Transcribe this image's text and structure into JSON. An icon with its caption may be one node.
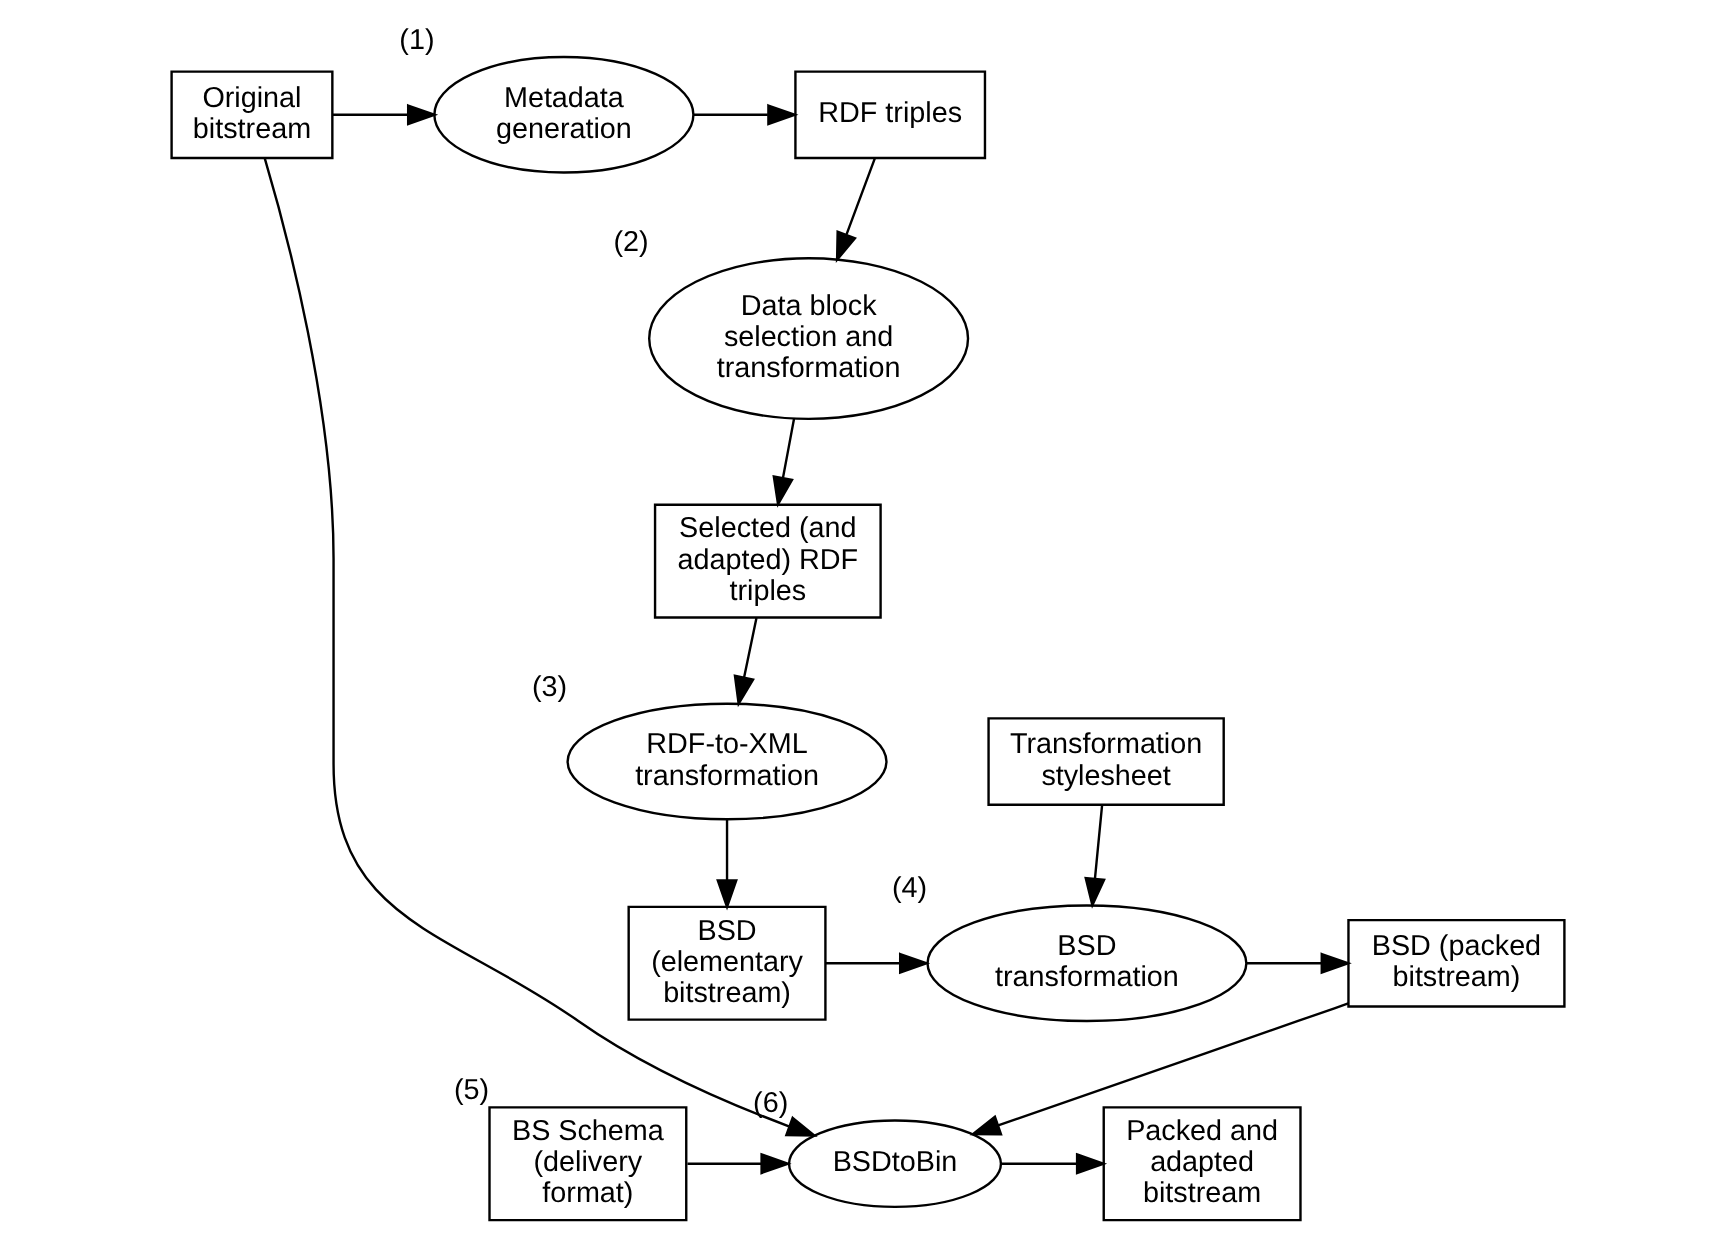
{
  "diagram": {
    "nodes": [
      {
        "text": [
          "Original bitstream"
        ]
      },
      {
        "text": [
          "Metadata generation"
        ],
        "beside": [
          "(1)"
        ]
      },
      {
        "text": [
          "RDF triples"
        ]
      },
      {
        "text": [
          "Data block selection and transformation"
        ],
        "beside": [
          "(2)"
        ]
      },
      {
        "text": [
          "Selected (and adapted) RDF triples"
        ]
      },
      {
        "text": [
          "RDF-to-XML transformation"
        ],
        "beside": [
          "(3)"
        ]
      },
      {
        "text": [
          "BSD (elementary bitstream)"
        ]
      },
      {
        "text": [
          "Transformation stylesheet"
        ]
      },
      {
        "text": [
          "BSD transformation"
        ],
        "beside": [
          "(4)"
        ]
      },
      {
        "text": [
          "BSD (packed bitstream)"
        ]
      },
      {
        "text": [
          "BSDtoBin"
        ],
        "beside": [
          "(6)"
        ]
      },
      {
        "text": [
          "BS Schema (delivery format)"
        ],
        "beside": [
          "(5)"
        ]
      },
      {
        "text": [
          "Packed and adapted bitstream"
        ]
      }
    ],
    "edges": [
      {
        "from": 0,
        "to": 1,
        "arrow": "to"
      },
      {
        "from": 1,
        "to": 2,
        "arrow": "to"
      },
      {
        "from": 2,
        "to": 3,
        "arrow": "to"
      },
      {
        "from": 3,
        "to": 4,
        "arrow": "to"
      },
      {
        "from": 4,
        "to": 5,
        "arrow": "to"
      },
      {
        "from": 5,
        "to": 6,
        "arrow": "to"
      },
      {
        "from": 6,
        "to": 8,
        "arrow": "to"
      },
      {
        "from": 7,
        "to": 8,
        "arrow": "to"
      },
      {
        "from": 8,
        "to": 9,
        "arrow": "to"
      },
      {
        "from": 9,
        "to": 10,
        "arrow": "to"
      },
      {
        "from": 11,
        "to": 10,
        "arrow": "to"
      },
      {
        "from": 10,
        "to": 12,
        "arrow": "to"
      },
      {
        "from": 0,
        "to": 10,
        "arrow": "to"
      }
    ]
  }
}
